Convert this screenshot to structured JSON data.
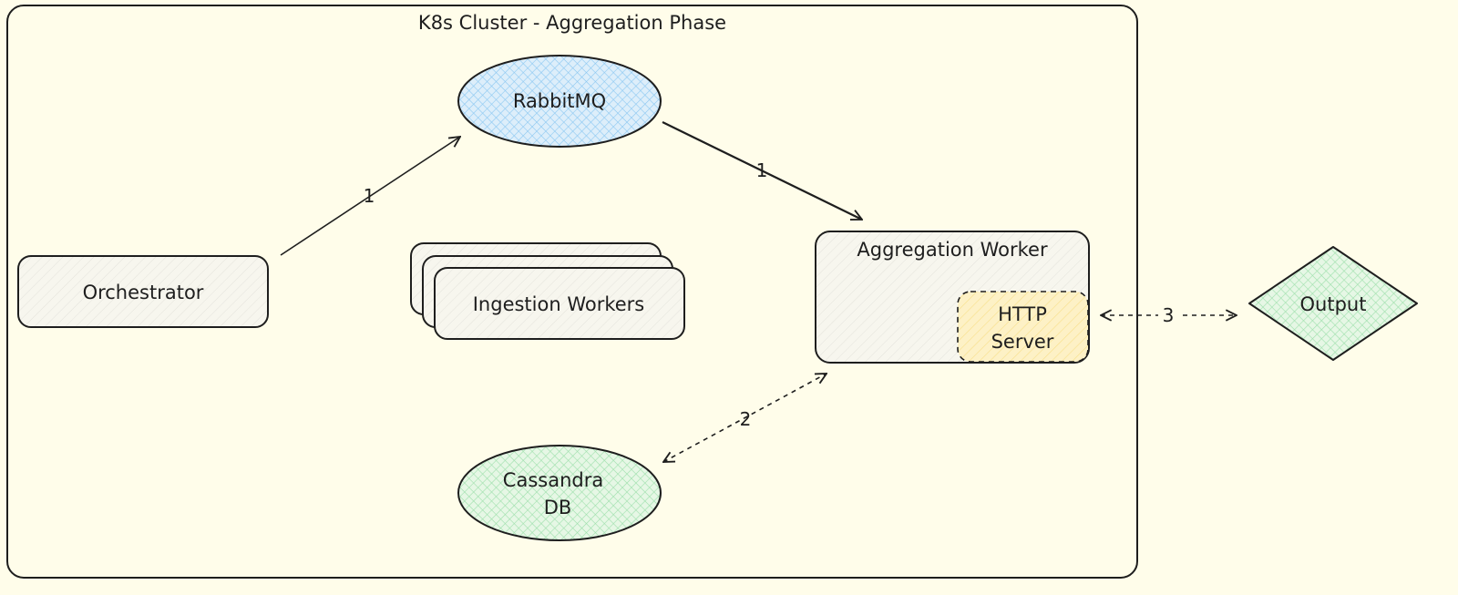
{
  "cluster": {
    "title": "K8s Cluster - Aggregation Phase"
  },
  "nodes": {
    "rabbitmq": {
      "label": "RabbitMQ",
      "fill": "#a5d8ff"
    },
    "orchestrator": {
      "label": "Orchestrator",
      "fill": "#e9ecef"
    },
    "ingestion": {
      "label": "Ingestion Workers",
      "fill": "#e9ecef"
    },
    "aggregation": {
      "label": "Aggregation Worker",
      "fill": "#e9ecef"
    },
    "http": {
      "line1": "HTTP",
      "line2": "Server",
      "fill": "#ffec99"
    },
    "cassandra": {
      "line1": "Cassandra",
      "line2": "DB",
      "fill": "#b2f2bb"
    },
    "output": {
      "label": "Output",
      "fill": "#b2f2bb"
    }
  },
  "edges": {
    "orch_to_rabbit": "1",
    "rabbit_to_agg": "1",
    "agg_cassandra": "2",
    "http_output": "3"
  },
  "colors": {
    "stroke": "#1e1e1e",
    "background": "#fffdea"
  }
}
